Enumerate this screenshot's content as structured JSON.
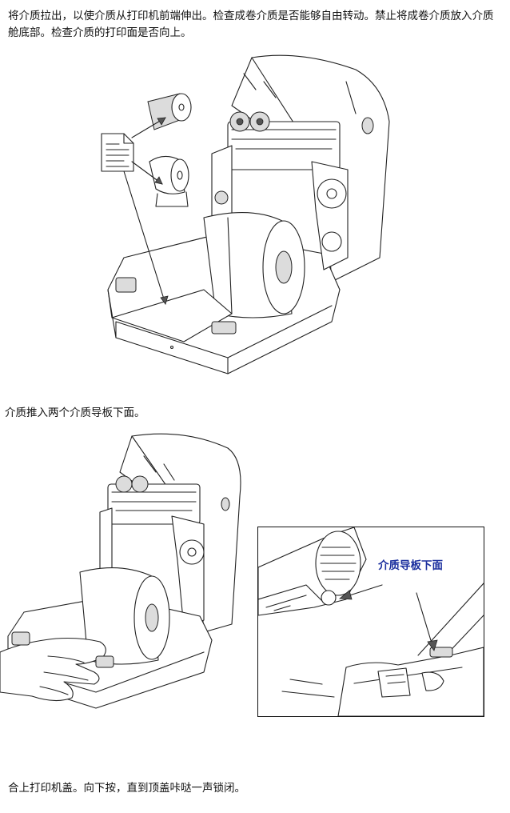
{
  "instructions": {
    "step1": "将介质拉出，以使介质从打印机前端伸出。检查成卷介质是否能够自由转动。禁止将成卷介质放入介质舱底部。检查介质的打印面是否向上。",
    "step2": "介质推入两个介质导板下面。",
    "step3": "合上打印机盖。向下按，直到顶盖咔哒一声锁闭。"
  },
  "figure2": {
    "inset_callout": "介质导板下面",
    "callout_color": "#1b2f9e"
  }
}
